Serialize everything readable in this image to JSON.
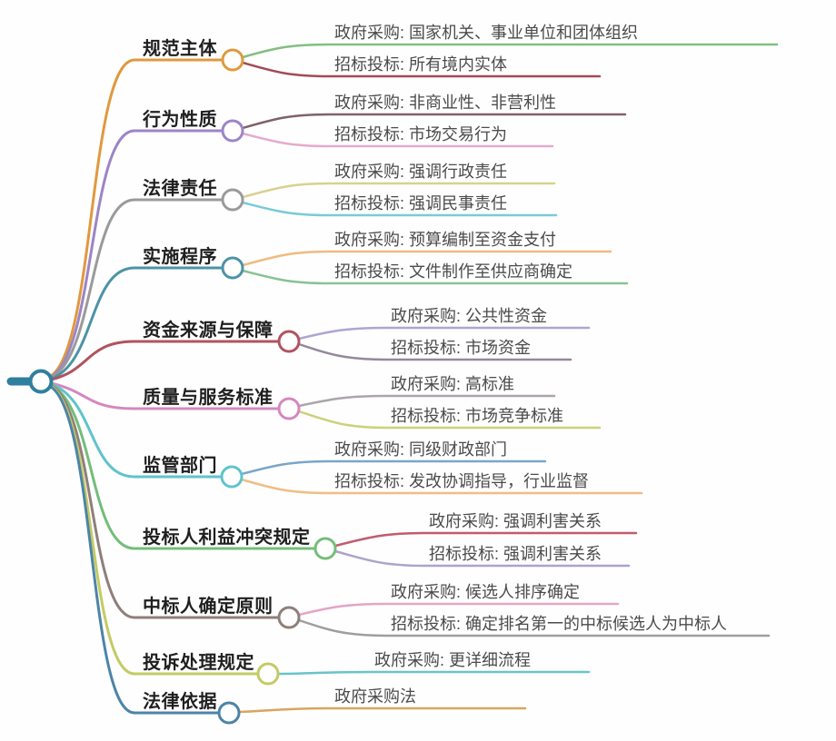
{
  "mindmap": {
    "root": {
      "color": "#2F7F9E"
    },
    "branches": [
      {
        "label": "规范主体",
        "color": "#E0993F",
        "children": [
          {
            "label": "政府采购: 国家机关、事业单位和团体组织",
            "color": "#82BE82"
          },
          {
            "label": "招标投标: 所有境内实体",
            "color": "#A34A58"
          }
        ]
      },
      {
        "label": "行为性质",
        "color": "#9C85C6",
        "children": [
          {
            "label": "政府采购: 非商业性、非营利性",
            "color": "#7F6168"
          },
          {
            "label": "招标投标: 市场交易行为",
            "color": "#E3ABCC"
          }
        ]
      },
      {
        "label": "法律责任",
        "color": "#9A9A9A",
        "children": [
          {
            "label": "政府采购: 强调行政责任",
            "color": "#D8D28E"
          },
          {
            "label": "招标投标: 强调民事责任",
            "color": "#79CBD5"
          }
        ]
      },
      {
        "label": "实施程序",
        "color": "#4D93A6",
        "children": [
          {
            "label": "政府采购: 预算编制至资金支付",
            "color": "#F0BA80"
          },
          {
            "label": "招标投标: 文件制作至供应商确定",
            "color": "#88C292"
          }
        ]
      },
      {
        "label": "资金来源与保障",
        "color": "#B05460",
        "children": [
          {
            "label": "政府采购: 公共性资金",
            "color": "#B0A5D0"
          },
          {
            "label": "招标投标: 市场资金",
            "color": "#94889C"
          }
        ]
      },
      {
        "label": "质量与服务标准",
        "color": "#D488BE",
        "children": [
          {
            "label": "政府采购: 高标准",
            "color": "#ACA4AC"
          },
          {
            "label": "招标投标: 市场竞争标准",
            "color": "#CDD17A"
          }
        ]
      },
      {
        "label": "监管部门",
        "color": "#5FC4CB",
        "children": [
          {
            "label": "政府采购: 同级财政部门",
            "color": "#79A6C9"
          },
          {
            "label": "招标投标: 发改协调指导，行业监督",
            "color": "#F0BE84"
          }
        ]
      },
      {
        "label": "投标人利益冲突规定",
        "color": "#74BD7A",
        "children": [
          {
            "label": "政府采购: 强调利害关系",
            "color": "#C25B6F"
          },
          {
            "label": "招标投标: 强调利害关系",
            "color": "#ADA2CD"
          }
        ]
      },
      {
        "label": "中标人确定原则",
        "color": "#8F7F7A",
        "children": [
          {
            "label": "政府采购: 候选人排序确定",
            "color": "#E3A5C6"
          },
          {
            "label": "招标投标: 确定排名第一的中标候选人为中标人",
            "color": "#9E9E9E"
          }
        ]
      },
      {
        "label": "投诉处理规定",
        "color": "#C3CB63",
        "children": [
          {
            "label": "政府采购: 更详细流程",
            "color": "#68C4CA"
          }
        ]
      },
      {
        "label": "法律依据",
        "color": "#4C84A8",
        "children": [
          {
            "label": "政府采购法",
            "color": "#D9A45F"
          }
        ]
      }
    ]
  }
}
